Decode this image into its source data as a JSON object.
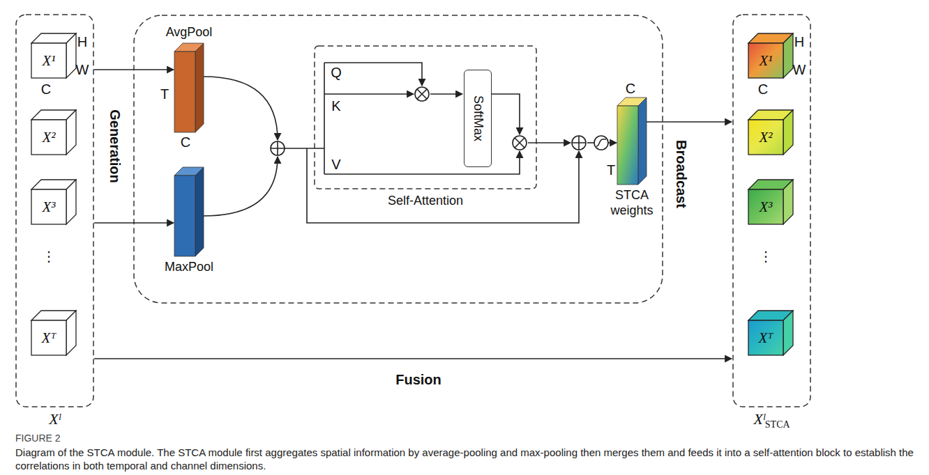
{
  "diagram": {
    "caption": "Diagram of the STCA module. The STCA module first aggregates spatial information by average-pooling and max-pooling then merges them and feeds it into a self-attention block to establish the correlations in both temporal and channel dimensions.",
    "nodes": [
      {
        "text": [
          "Xˡ"
        ]
      },
      {
        "text": [
          "X¹"
        ],
        "in": 0
      },
      {
        "text": [
          "X²"
        ],
        "in": 0
      },
      {
        "text": [
          "X³"
        ],
        "in": 0
      },
      {
        "text": [
          "Xᵀ"
        ],
        "in": 0
      },
      {
        "text": [
          "AvgPool"
        ]
      },
      {
        "text": [
          "MaxPool"
        ]
      },
      {
        "text": [
          "Self-Attention"
        ]
      },
      {
        "text": [
          "SoftMax"
        ],
        "in": 7
      },
      {
        "text": [
          "STCA weights"
        ]
      },
      {
        "text": [
          "Xˡ",
          "STCA"
        ]
      },
      {
        "text": [
          "X¹"
        ],
        "in": 10
      },
      {
        "text": [
          "X²"
        ],
        "in": 10
      },
      {
        "text": [
          "X³"
        ],
        "in": 10
      },
      {
        "text": [
          "Xᵀ"
        ],
        "in": 10
      }
    ],
    "edges": [
      {
        "from": 0,
        "to": 5,
        "arrow": "to"
      },
      {
        "from": 0,
        "to": 6,
        "arrow": "to"
      },
      {
        "from": 0,
        "to": 10,
        "label": "Fusion",
        "arrow": "to"
      },
      {
        "from": 9,
        "to": 10,
        "label": "Broadcast",
        "arrow": "to"
      }
    ],
    "labels": [
      "H",
      "W",
      "C",
      "⋮",
      "T",
      "C",
      "Q",
      "K",
      "V",
      "C",
      "T",
      "Generation",
      "H",
      "W",
      "C",
      "⋮",
      "FIGURE 2"
    ]
  }
}
